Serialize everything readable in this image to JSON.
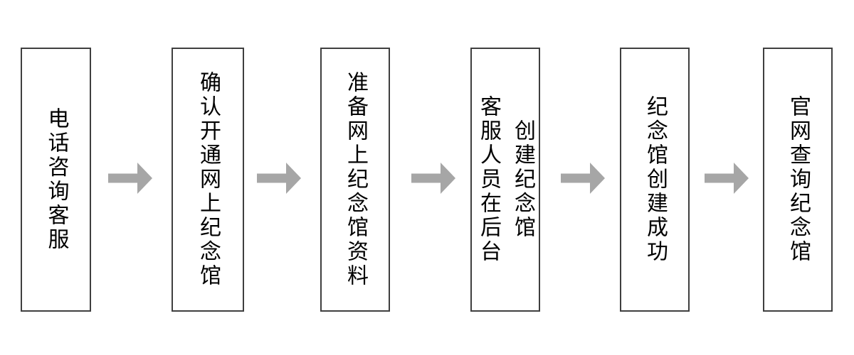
{
  "flowchart": {
    "type": "horizontal-process-flow",
    "steps": [
      {
        "index": 1,
        "label": "电话咨询客服"
      },
      {
        "index": 2,
        "label": "确认开通网上纪念馆"
      },
      {
        "index": 3,
        "label": "准备网上纪念馆资料"
      },
      {
        "index": 4,
        "label": "客服人员在后台\n创建纪念馆"
      },
      {
        "index": 5,
        "label": "纪念馆创建成功"
      },
      {
        "index": 6,
        "label": "官网查询纪念馆"
      }
    ],
    "connector": "right-arrow",
    "connector_count": 5
  },
  "colors": {
    "background": "#ffffff",
    "box_fill": "#ffffff",
    "box_border": "#3f3f3f",
    "text": "#000000",
    "arrow": "#a6a6a6"
  }
}
